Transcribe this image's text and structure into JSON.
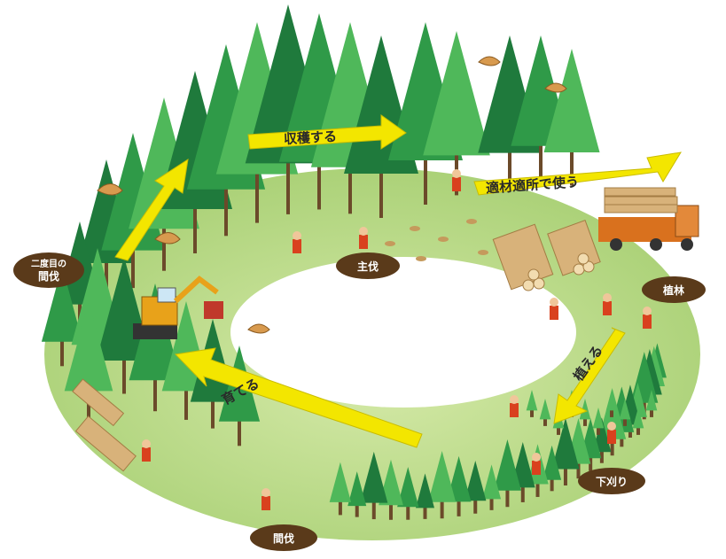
{
  "stages": {
    "shubatsu": "主伐",
    "shokurin": "植林",
    "shitagari": "下刈り",
    "kanbatsu": "間伐",
    "nidome_line1": "二度目の",
    "nidome_line2": "間伐"
  },
  "arrows": {
    "shukaku": "収穫する",
    "tekizai": "適材適所で使う",
    "ueru": "植える",
    "sodateru": "育てる"
  },
  "colors": {
    "ground": "#b9d98c",
    "tree_dark": "#1f7a3c",
    "tree_mid": "#2f9a48",
    "tree_light": "#4fb85a",
    "arrow": "#f3e600",
    "badge": "#5a3a1a",
    "truck": "#d9711e",
    "log": "#d8b27a"
  }
}
